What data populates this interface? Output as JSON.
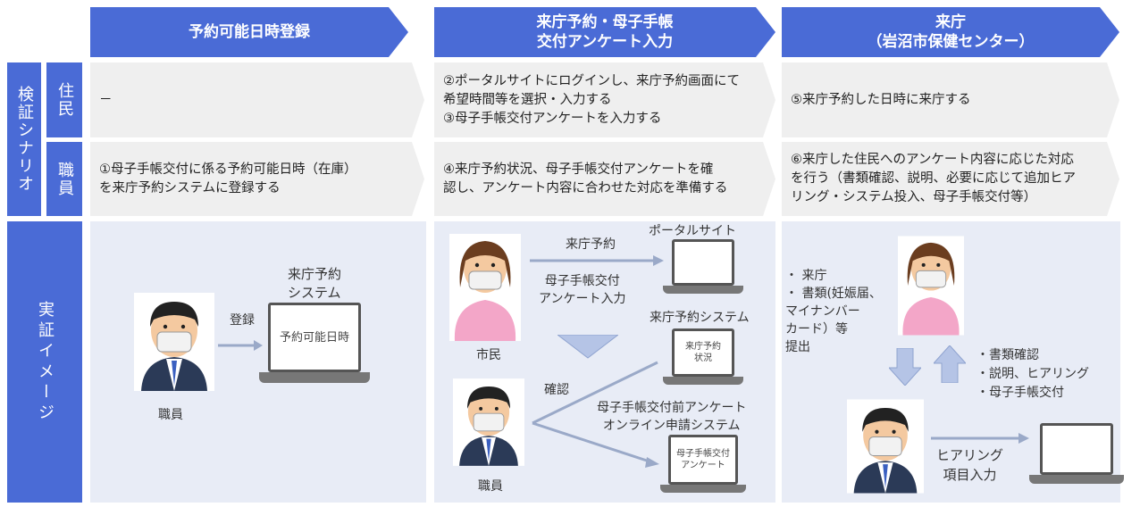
{
  "headers": [
    "予約可能日時登録",
    "来庁予約・母子手帳\n交付アンケート入力",
    "来庁\n（岩沼市保健センター）"
  ],
  "side": {
    "scenario": "検証シナリオ",
    "resident": "住民",
    "staff": "職員",
    "image": "実証イメージ"
  },
  "resident_row": [
    "－",
    "②ポータルサイトにログインし、来庁予約画面にて\n希望時間等を選択・入力する\n③母子手帳交付アンケートを入力する",
    "⑤来庁予約した日時に来庁する"
  ],
  "staff_row": [
    "①母子手帳交付に係る予約可能日時（在庫）\nを来庁予約システムに登録する",
    "④来庁予約状況、母子手帳交付アンケートを確\n認し、アンケート内容に合わせた対応を準備する",
    "⑥来庁した住民へのアンケート内容に応じた対応\nを行う（書類確認、説明、必要に応じて追加ヒア\nリング・システム投入、母子手帳交付等）"
  ],
  "p1": {
    "system_label": "来庁予約\nシステム",
    "arrow_label": "登録",
    "screen": "予約可能日時",
    "person": "職員"
  },
  "p2": {
    "reserve": "来庁予約",
    "portal": "ポータルサイト",
    "survey_input": "母子手帳交付\nアンケート入力",
    "reserve_system": "来庁予約システム",
    "citizen": "市民",
    "confirm": "確認",
    "screen2": "来庁予約\n状況",
    "online_system": "母子手帳交付前アンケート\nオンライン申請システム",
    "screen3": "母子手帳交付\nアンケート",
    "staff": "職員"
  },
  "p3": {
    "bullets": "・ 来庁\n・ 書類(妊娠届、\n   マイナンバー\n   カード）等\n   提出",
    "actions": "・書類確認\n・説明、ヒアリング\n・母子手帳交付",
    "hearing": "ヒアリング\n項目入力"
  }
}
